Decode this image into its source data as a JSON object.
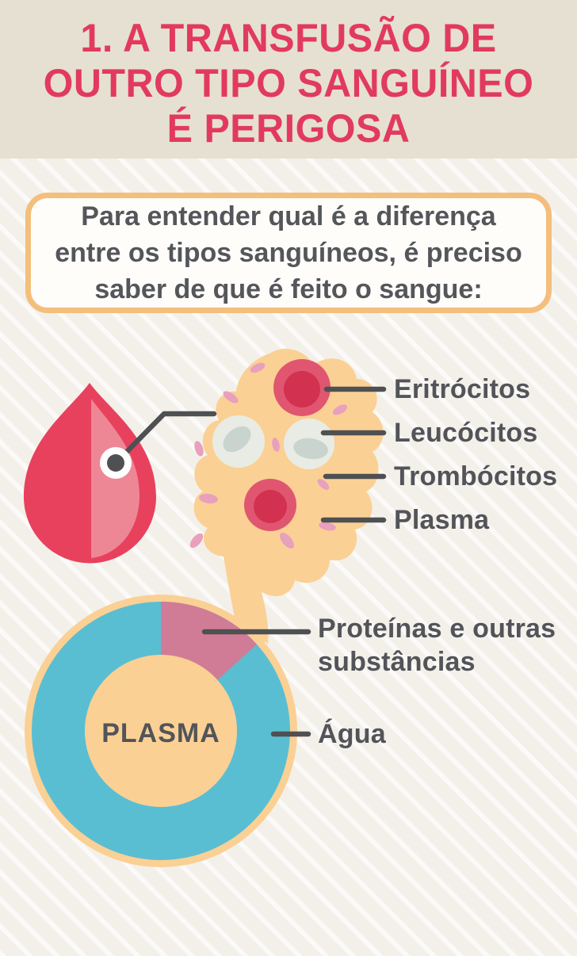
{
  "header": {
    "title": "1. A TRANSFUSÃO DE OUTRO TIPO SANGUÍNEO É PERIGOSA",
    "title_lines": [
      "1. A TRANSFUSÃO DE",
      "OUTRO TIPO SANGUÍNEO",
      "É PERIGOSA"
    ]
  },
  "intro": {
    "text": "Para entender qual é a diferença entre os tipos sanguíneos, é preciso saber de que é feito o sangue:",
    "lines": [
      "Para entender qual é a diferença",
      "entre os tipos sanguíneos, é preciso",
      "saber de que é feito o sangue:"
    ]
  },
  "components": {
    "items": [
      {
        "label": "Eritrócitos"
      },
      {
        "label": "Leucócitos"
      },
      {
        "label": "Trombócitos"
      },
      {
        "label": "Plasma"
      }
    ]
  },
  "plasma_chart": {
    "center_label": "PLASMA",
    "protein_label_lines": [
      "Proteínas e outras",
      "substâncias"
    ],
    "water_label": "Água"
  },
  "chart_data": {
    "type": "pie",
    "subtype": "donut",
    "center_label": "PLASMA",
    "categories": [
      "Água",
      "Proteínas e outras substâncias"
    ],
    "values": [
      87,
      13
    ],
    "values_note": "percentages estimated from arc angles; no numeric labels shown in image",
    "slice_colors": [
      "#5abed3",
      "#d07c96"
    ],
    "start_angle_deg": 0,
    "protein_slice_span_deg": 48,
    "legend_position": "right callout lines"
  },
  "colors": {
    "accent_red": "#e23a5f",
    "header_bg": "#e6e0d2",
    "page_bg": "#f3f0ea",
    "box_border": "#f4be7c",
    "peach": "#fbd094",
    "text_dark": "#525459",
    "callout_line": "#4f5052",
    "ring_blue": "#5abed3",
    "slice_pink": "#d07c96",
    "drop_red": "#e7415e",
    "drop_light": "#ee8795",
    "cell_red_outer": "#e05670",
    "cell_red_inner": "#d23150",
    "leucocyte_outer": "#e9ece4",
    "leucocyte_inner": "#c9d4cf",
    "platelet_pink": "#e8a0bd"
  }
}
